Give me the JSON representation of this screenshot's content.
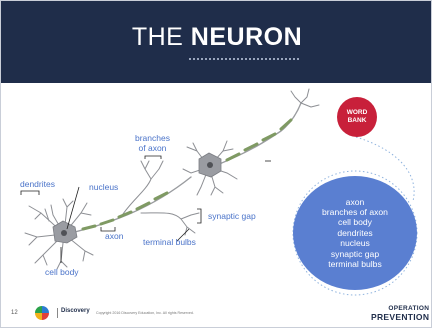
{
  "slide": {
    "title_light": "THE",
    "title_bold": "NEURON"
  },
  "labels": {
    "dendrites": "dendrites",
    "nucleus": "nucleus",
    "branches_line1": "branches",
    "branches_line2": "of axon",
    "axon": "axon",
    "synaptic_gap": "synaptic gap",
    "terminal_bulbs": "terminal bulbs",
    "cell_body": "cell body"
  },
  "word_bank": {
    "badge_line1": "WORD",
    "badge_line2": "BANK",
    "items": [
      "axon",
      "branches of axon",
      "cell body",
      "dendrites",
      "nucleus",
      "synaptic gap",
      "terminal bulbs"
    ]
  },
  "footer": {
    "page_number": "12",
    "discovery_logo": "Discovery",
    "copyright": "Copyright 2016 Discovery Education, Inc. All rights Reserved.",
    "brand_line1": "OPERATION",
    "brand_line2": "PREVENTION"
  },
  "colors": {
    "header": "#1f2d4a",
    "label": "#4a73c9",
    "badge": "#c8203a",
    "bank": "#5a7fd1"
  }
}
